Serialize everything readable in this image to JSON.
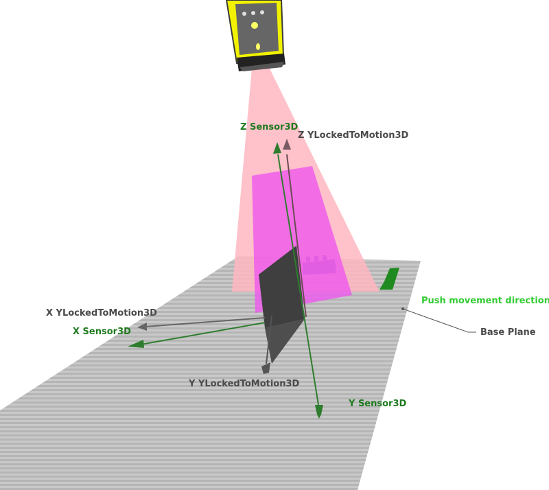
{
  "labels": {
    "z_sensor": "Z Sensor3D",
    "z_locked": "Z YLockedToMotion3D",
    "x_locked": "X YLockedToMotion3D",
    "x_sensor": "X Sensor3D",
    "y_locked": "Y YLockedToMotion3D",
    "y_sensor": "Y Sensor3D",
    "push_direction": "Push movement direction",
    "base_plane": "Base Plane"
  },
  "colors": {
    "sensor_axes": "#2e7d2e",
    "locked_axes": "#555555",
    "sensor_body": "#ffff00",
    "laser_fan": "#ffb6c1",
    "field_of_view": "#ee55ee",
    "base_plane": "#c0c0c0",
    "push_arrow": "#1f8a1f",
    "push_label": "#33cc33"
  },
  "icons": {
    "sensor": "sensor3d-device-icon",
    "push_arrow": "push-direction-arrow-icon"
  }
}
